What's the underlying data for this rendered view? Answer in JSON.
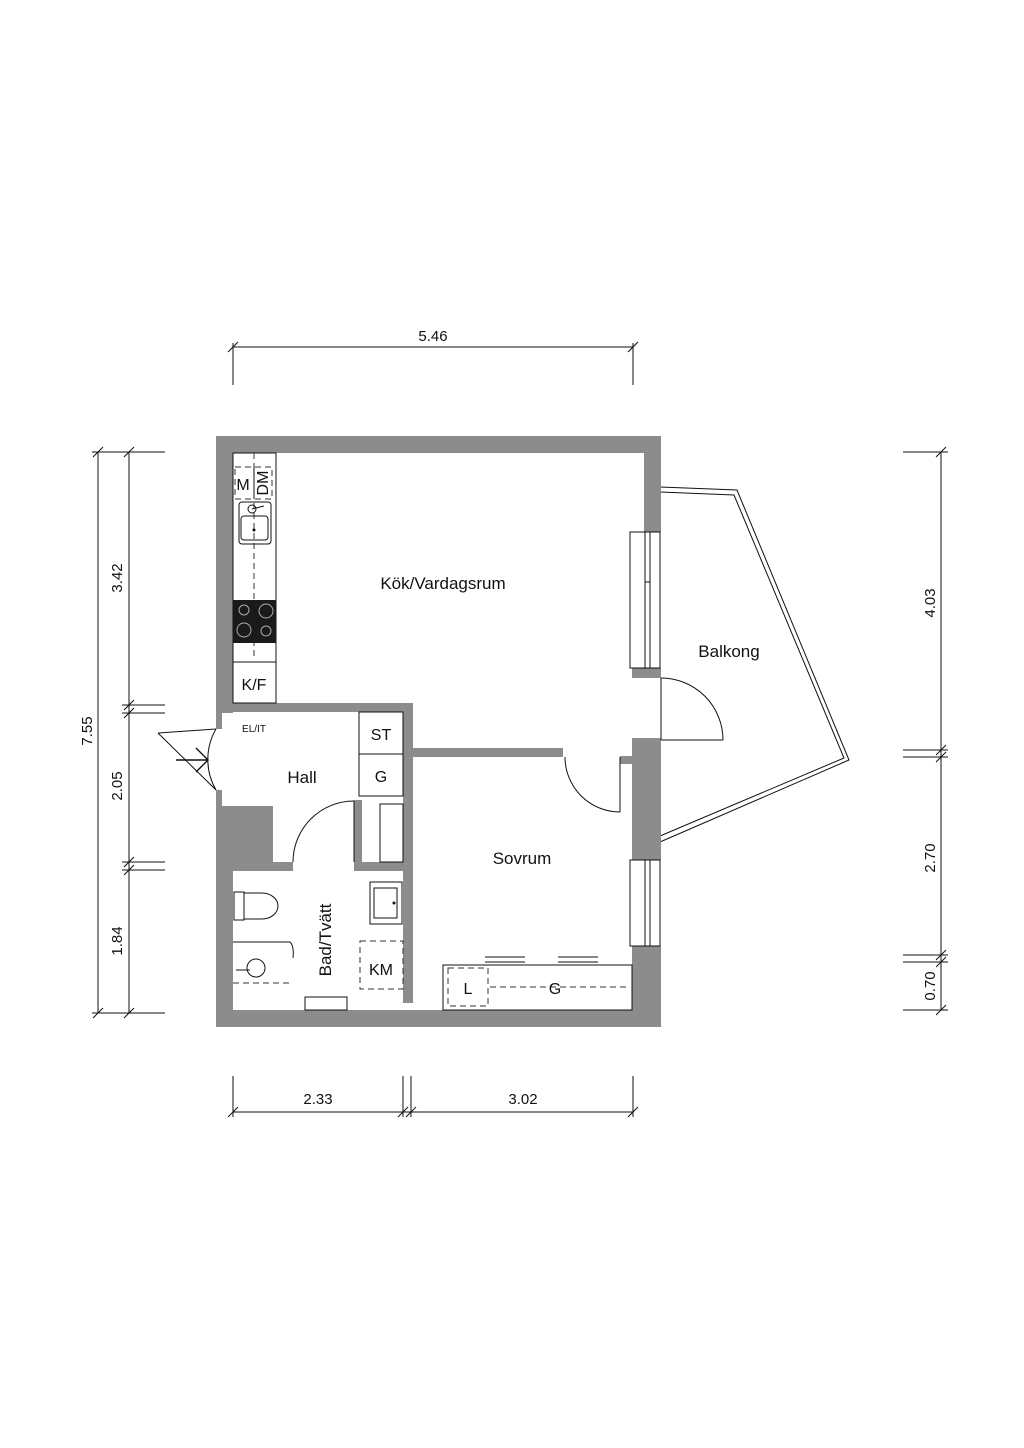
{
  "dimensions": {
    "top_width": "5.46",
    "bottom_left": "2.33",
    "bottom_right": "3.02",
    "left_total": "7.55",
    "left_upper": "3.42",
    "left_middle": "2.05",
    "left_lower": "1.84",
    "right_upper": "4.03",
    "right_middle": "2.70",
    "right_lower": "0.70"
  },
  "rooms": {
    "kitchen_living": "Kök/Vardagsrum",
    "balcony": "Balkong",
    "hall": "Hall",
    "bedroom": "Sovrum",
    "bathroom": "Bad/Tvätt"
  },
  "fixtures": {
    "microwave": "M",
    "dishwasher": "DM",
    "fridge_freezer": "K/F",
    "electrical": "EL/IT",
    "storage": "ST",
    "hall_wardrobe": "G",
    "washing_machine": "KM",
    "linen": "L",
    "bedroom_wardrobe": "G"
  },
  "colors": {
    "wall": "#8c8c8c",
    "line": "#111111"
  }
}
